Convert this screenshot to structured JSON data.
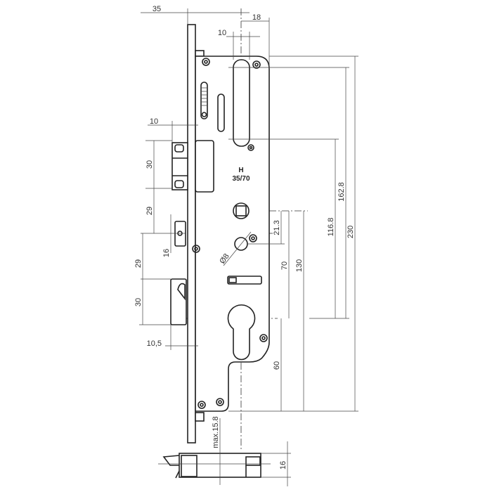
{
  "drawing": {
    "marking": {
      "line1": "H",
      "line2": "35/70"
    },
    "dimensions": {
      "backset": "35",
      "faceplate_to_center_right": "18",
      "slot_width": "10",
      "latch_projection": "10",
      "latch_height": "30",
      "latch_to_deadbolt": "29",
      "deadbolt_height": "16",
      "deadbolt_to_hook": "29",
      "hook_height": "30",
      "hook_projection": "10,5",
      "spindle_to_hole": "21.3",
      "hole_diameter": "Ø8",
      "spindle_to_cylinder": "70",
      "spindle_to_bottom": "130",
      "cylinder_to_bottom": "60",
      "slot_to_cylinder": "116.8",
      "top_slot_to_cylinder": "162.8",
      "case_height": "230",
      "max_thickness": "max.15.8",
      "case_depth": "16"
    }
  }
}
